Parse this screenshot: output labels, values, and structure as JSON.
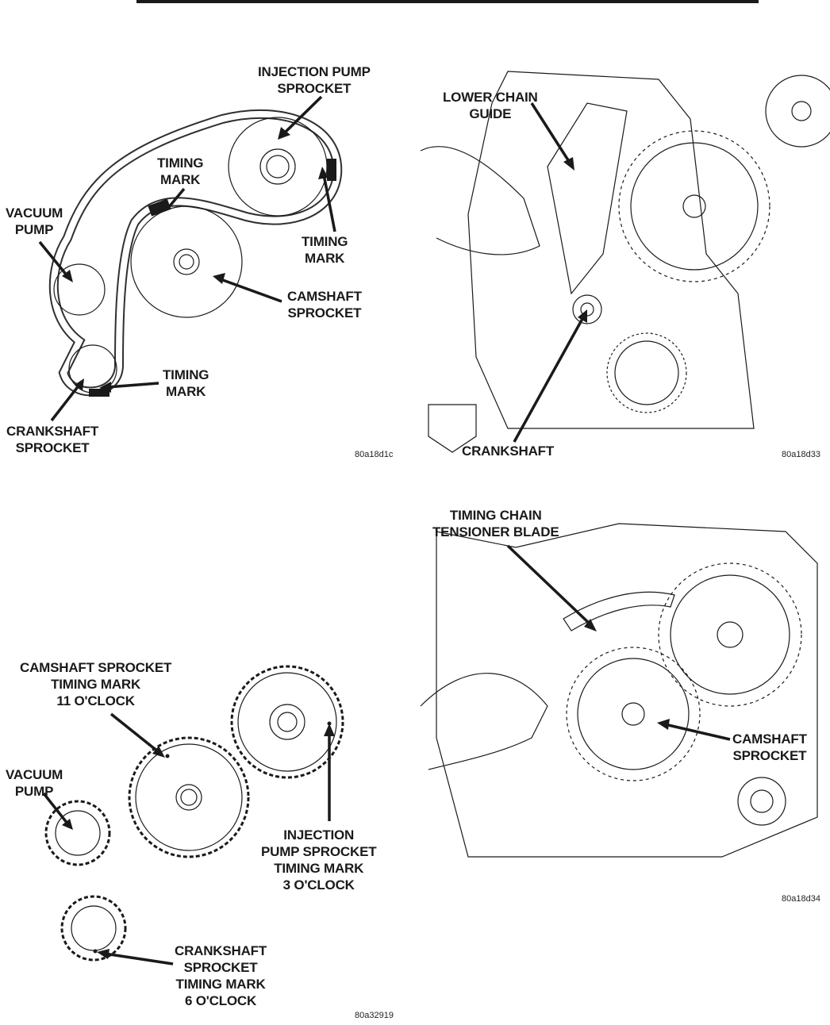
{
  "panels": [
    {
      "id": "chain-routing",
      "figure_id": "80a18d1c",
      "labels": {
        "injection_pump_sprocket": [
          "INJECTION PUMP",
          "SPROCKET"
        ],
        "timing_mark_cam": [
          "TIMING",
          "MARK"
        ],
        "vacuum_pump": [
          "VACUUM",
          "PUMP"
        ],
        "timing_mark_pump": [
          "TIMING",
          "MARK"
        ],
        "camshaft_sprocket": [
          "CAMSHAFT",
          "SPROCKET"
        ],
        "timing_mark_crank": [
          "TIMING",
          "MARK"
        ],
        "crankshaft_sprocket": [
          "CRANKSHAFT",
          "SPROCKET"
        ]
      }
    },
    {
      "id": "lower-chain-guide",
      "figure_id": "80a18d33",
      "labels": {
        "lower_chain_guide": [
          "LOWER CHAIN",
          "GUIDE"
        ],
        "crankshaft": [
          "CRANKSHAFT"
        ]
      }
    },
    {
      "id": "sprocket-timing-marks",
      "figure_id": "80a32919",
      "labels": {
        "camshaft_timing": [
          "CAMSHAFT SPROCKET",
          "TIMING MARK",
          "11 O'CLOCK"
        ],
        "vacuum_pump": [
          "VACUUM",
          "PUMP"
        ],
        "injection_timing": [
          "INJECTION",
          "PUMP SPROCKET",
          "TIMING MARK",
          "3 O'CLOCK"
        ],
        "crankshaft_timing": [
          "CRANKSHAFT",
          "SPROCKET",
          "TIMING MARK",
          "6 O'CLOCK"
        ]
      }
    },
    {
      "id": "tensioner-blade",
      "figure_id": "80a18d34",
      "labels": {
        "tensioner_blade": [
          "TIMING CHAIN",
          "TENSIONER BLADE"
        ],
        "camshaft_sprocket": [
          "CAMSHAFT",
          "SPROCKET"
        ]
      }
    }
  ]
}
